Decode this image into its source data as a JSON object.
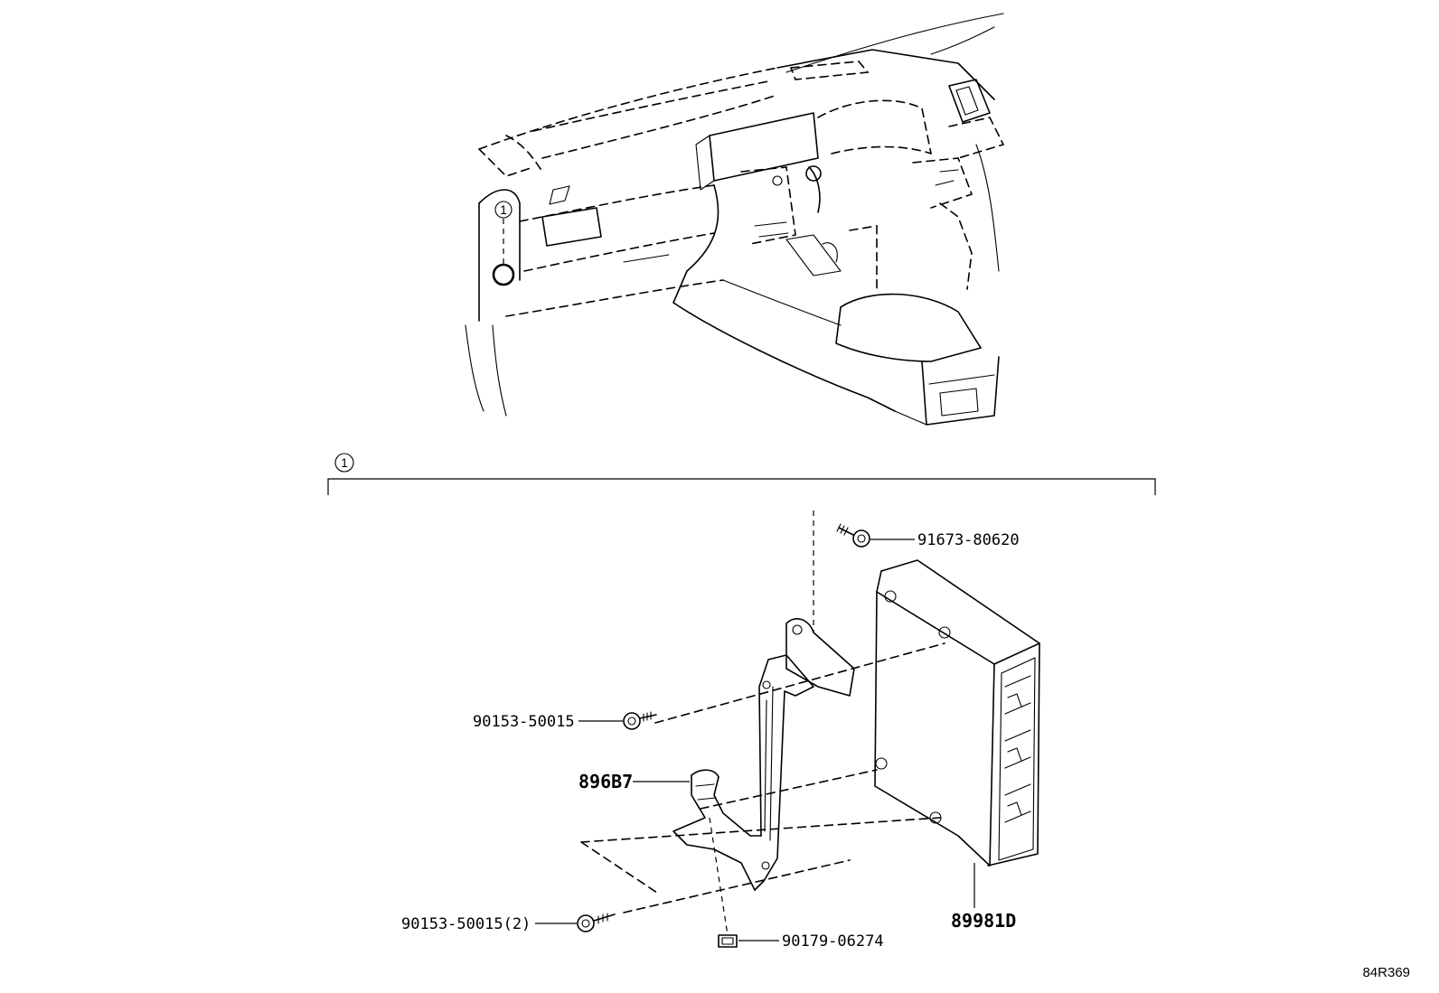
{
  "callout": {
    "number": "1"
  },
  "parts": {
    "screw_top": "91673-80620",
    "bolt_upper": "90153-50015",
    "bracket": "896B7",
    "bolt_lower": "90153-50015(2)",
    "clip": "90179-06274",
    "ecu": "89981D"
  },
  "diagram_ref": "84R369"
}
